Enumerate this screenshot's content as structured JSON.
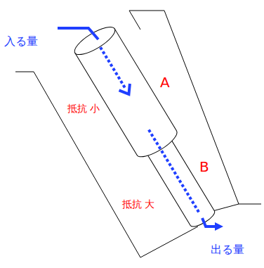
{
  "diagram": {
    "labels": [
      "入る量",
      "A",
      "抵抗 小",
      "B",
      "抵抗 大",
      "出る量"
    ]
  }
}
